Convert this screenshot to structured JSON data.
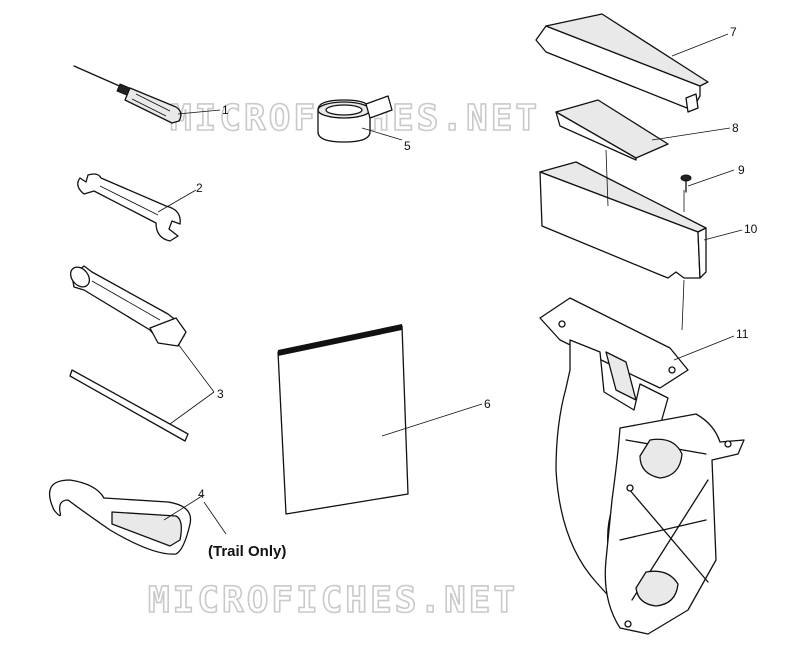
{
  "watermark": "MICROFICHES.NET",
  "note": "(Trail Only)",
  "callouts": [
    "1",
    "2",
    "3",
    "4",
    "5",
    "6",
    "7",
    "8",
    "9",
    "10",
    "11"
  ],
  "icons": {
    "screwdriver": "screwdriver-icon",
    "wrench": "wrench-icon",
    "socket": "spark-plug-socket-icon",
    "bar": "tommy-bar-icon",
    "spanner": "spanner-wrench-icon",
    "tape": "tape-roll-icon",
    "manual": "manual-icon",
    "lid": "tool-box-lid-icon",
    "pad": "foam-pad-icon",
    "screw": "screw-icon",
    "box": "tool-box-icon",
    "housing": "chaincase-housing-icon"
  },
  "colors": {
    "ink": "#111111",
    "watermark": "#c9c9c9",
    "background": "#ffffff"
  }
}
